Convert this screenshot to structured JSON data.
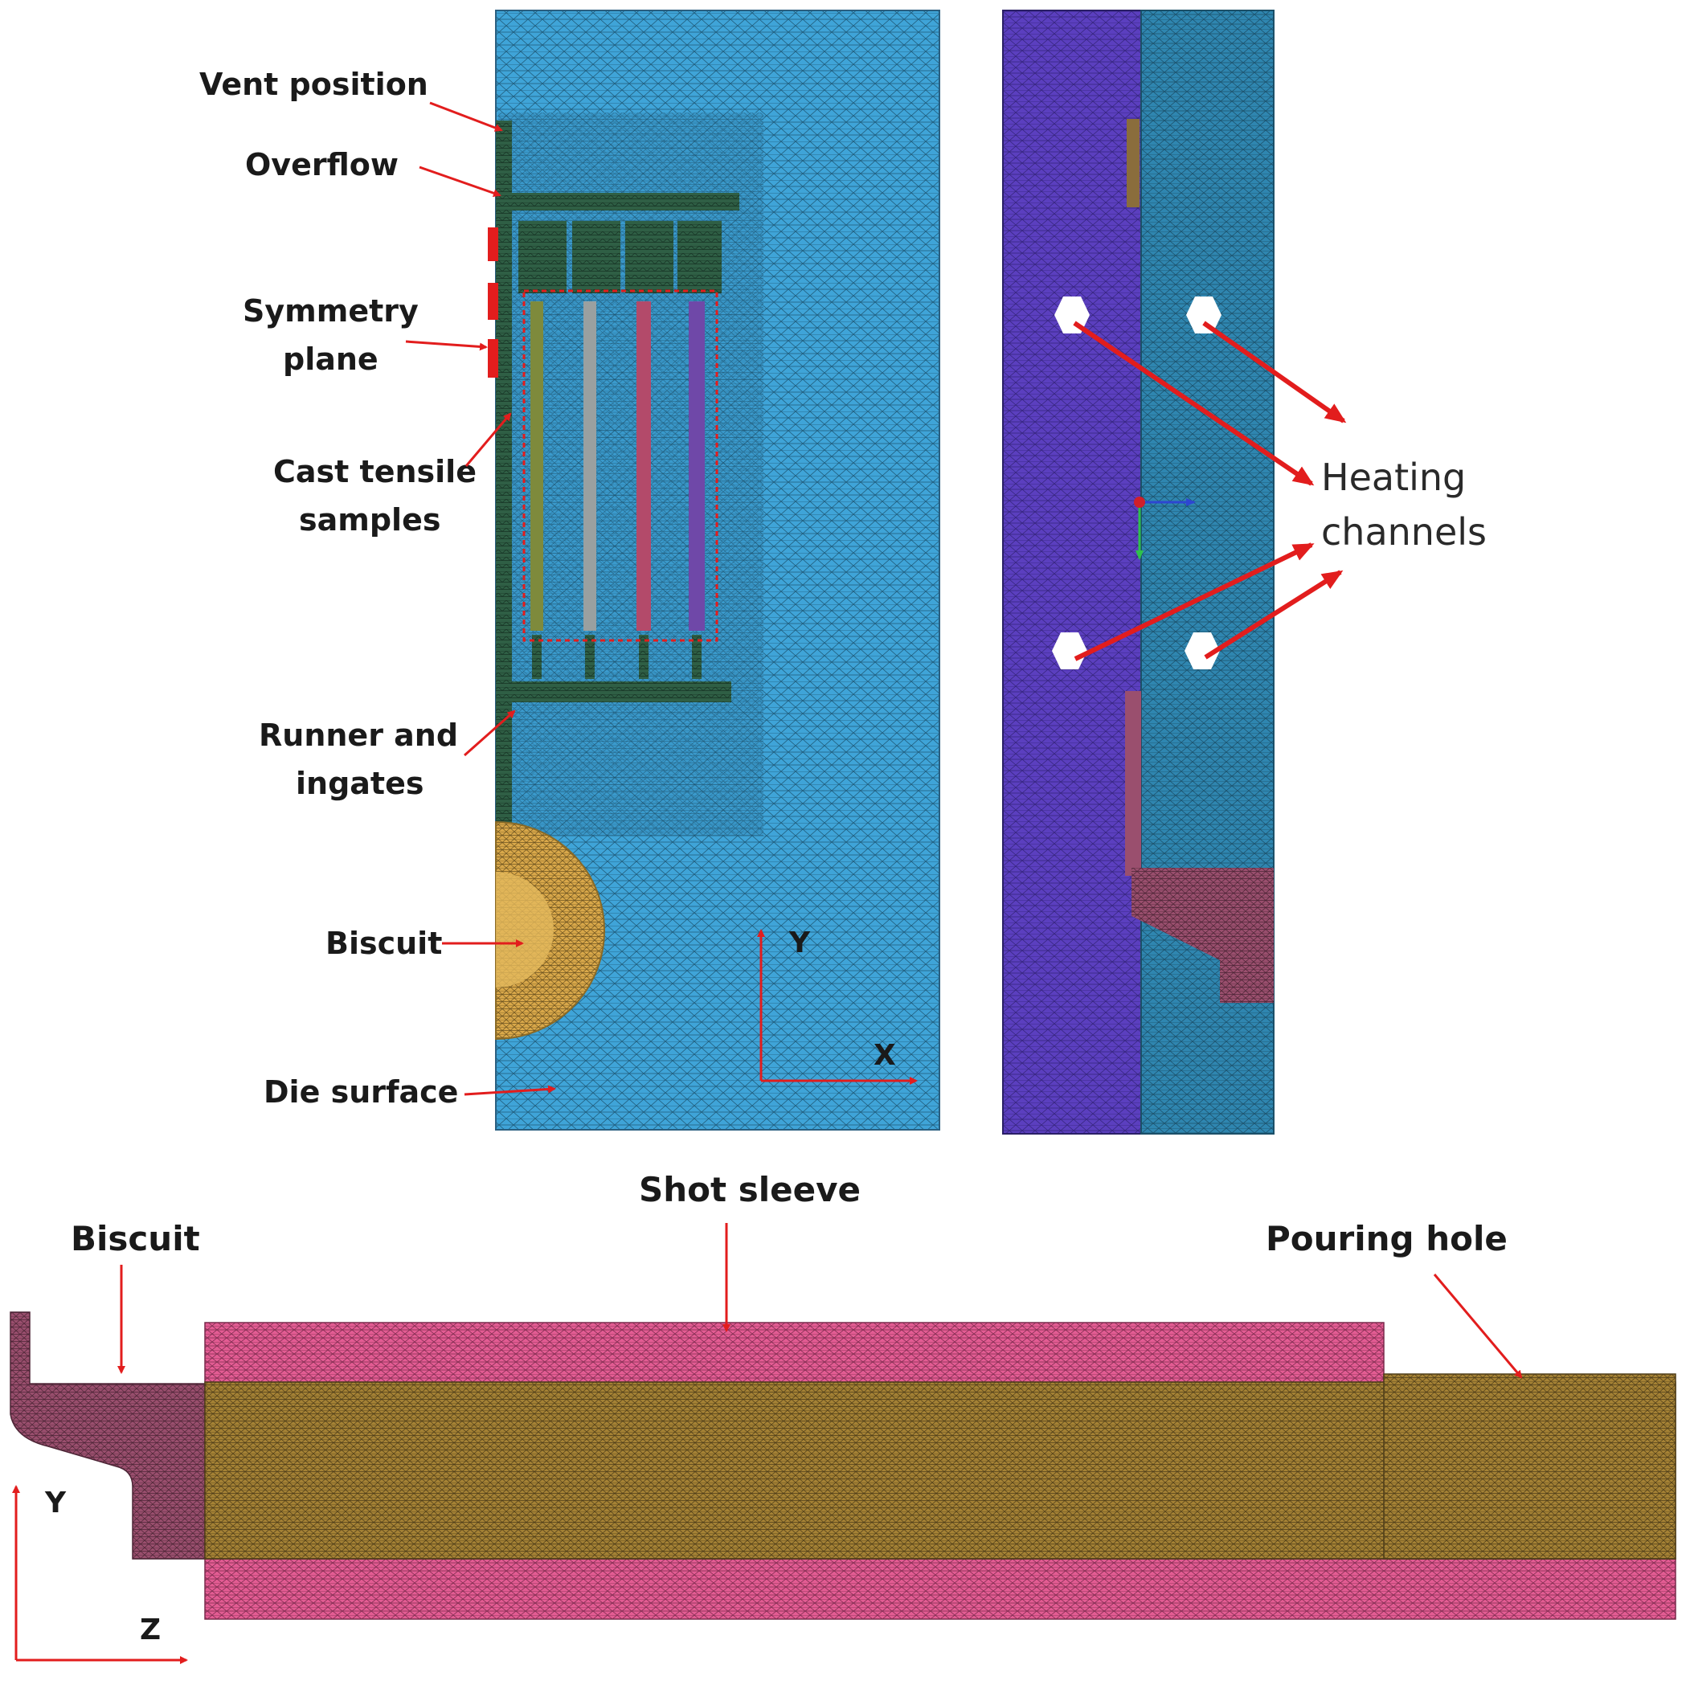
{
  "labels": {
    "vent_position": "Vent position",
    "overflow": "Overflow",
    "symmetry_plane_1": "Symmetry",
    "symmetry_plane_2": "plane",
    "cast_tensile_1": "Cast tensile",
    "cast_tensile_2": "samples",
    "runner_1": "Runner and",
    "runner_2": "ingates",
    "biscuit_top": "Biscuit",
    "die_surface": "Die surface",
    "axis_y_top": "Y",
    "axis_x_top": "X",
    "heating_1": "Heating",
    "heating_2": "channels",
    "shot_sleeve": "Shot sleeve",
    "biscuit_bottom": "Biscuit",
    "pouring_hole": "Pouring hole",
    "axis_y_bottom": "Y",
    "axis_z_bottom": "Z"
  },
  "colors": {
    "die_mesh": "#3fa4d8",
    "die_side_left": "#5b3fbf",
    "die_side_right": "#2f86b0",
    "runner": "#2f5f45",
    "biscuit": "#d9a84a",
    "sleeve": "#e35c93",
    "sleeve_core": "#a58235",
    "biscuit_side": "#9a4f6e",
    "arrow": "#e21d1d",
    "sample_1": "#7e8a3c",
    "sample_2": "#9aa0a0",
    "sample_3": "#b34a6a",
    "sample_4": "#6f48a8"
  },
  "icons": {
    "heating_channel": "hexagon-icon",
    "axis_arrow": "arrow-icon"
  }
}
